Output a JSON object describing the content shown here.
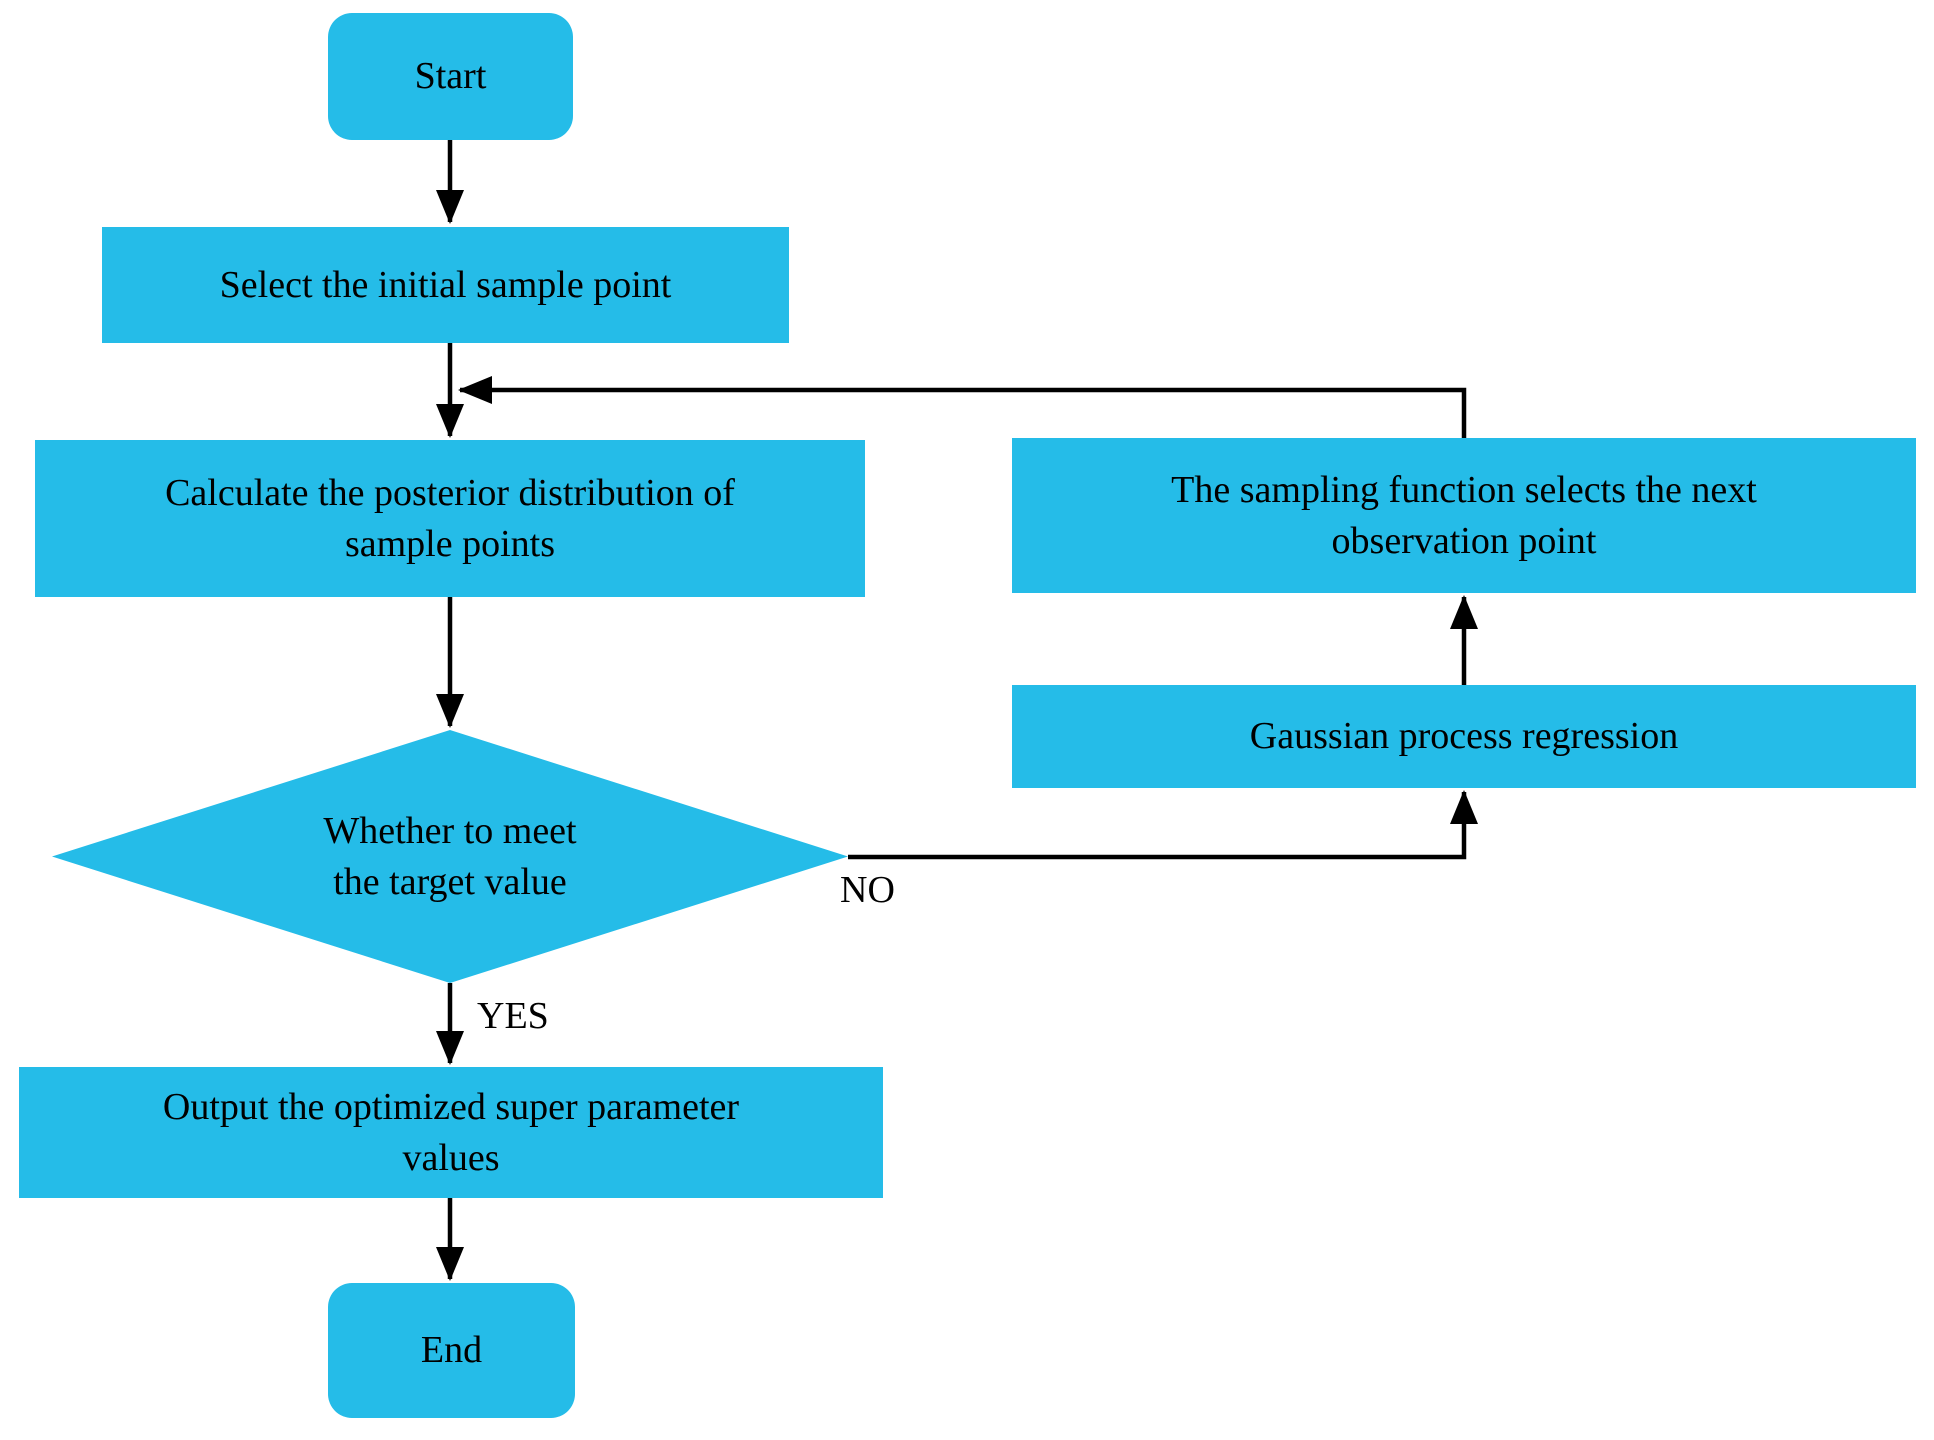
{
  "diagram": {
    "title": "Bayesian optimization flowchart",
    "colors": {
      "background": "#ffffff",
      "node_fill": "#25bce8",
      "text": "#000000",
      "arrow": "#000000"
    },
    "nodes": {
      "start": {
        "label": "Start",
        "shape": "rounded-rectangle"
      },
      "select": {
        "label": "Select the initial sample point",
        "shape": "rectangle"
      },
      "calculate": {
        "label": "Calculate the posterior distribution of\nsample points",
        "shape": "rectangle"
      },
      "decision": {
        "label": "Whether to meet\nthe target value",
        "shape": "diamond"
      },
      "output": {
        "label": "Output the optimized super parameter\nvalues",
        "shape": "rectangle"
      },
      "end": {
        "label": "End",
        "shape": "rounded-rectangle"
      },
      "sampling": {
        "label": "The sampling function selects the next\nobservation point",
        "shape": "rectangle"
      },
      "gaussian": {
        "label": "Gaussian process regression",
        "shape": "rectangle"
      }
    },
    "edge_labels": {
      "yes": "YES",
      "no": "NO"
    }
  }
}
